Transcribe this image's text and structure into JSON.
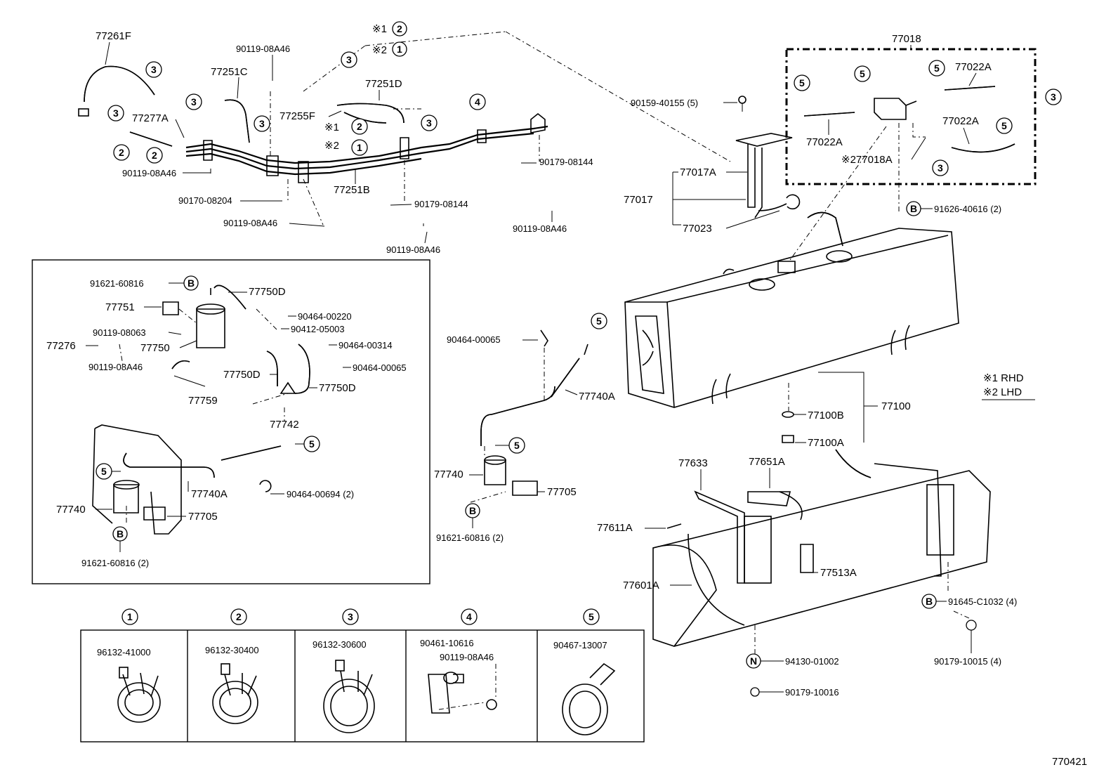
{
  "diagram_id": "770421",
  "legend": {
    "rhd": "※1 RHD",
    "lhd": "※2 LHD"
  },
  "clamp_table": [
    {
      "index": "1",
      "parts": [
        "96132-41000"
      ]
    },
    {
      "index": "2",
      "parts": [
        "96132-30400"
      ]
    },
    {
      "index": "3",
      "parts": [
        "96132-30600"
      ]
    },
    {
      "index": "4",
      "parts": [
        "90461-10616",
        "90119-08A46"
      ]
    },
    {
      "index": "5",
      "parts": [
        "90467-13007"
      ]
    }
  ],
  "labels": {
    "p77261F": "77261F",
    "p90119_08A46_a": "90119-08A46",
    "p77251C": "77251C",
    "p77277A": "77277A",
    "p90119_08A46_b": "90119-08A46",
    "p90170_08204": "90170-08204",
    "p90119_08A46_c": "90119-08A46",
    "p77251D": "77251D",
    "p77255F": "77255F",
    "p77251B": "77251B",
    "p90179_08144_a": "90179-08144",
    "p90119_08A46_d": "90119-08A46",
    "p90179_08144_b": "90179-08144",
    "p90119_08A46_e": "90119-08A46",
    "p90159_40155": "90159-40155 (5)",
    "p77017A": "77017A",
    "p77017": "77017",
    "p77023": "77023",
    "p77018": "77018",
    "p77022A_a": "77022A",
    "p77022A_b": "77022A",
    "p77022A_c": "77022A",
    "p77018A": "※277018A",
    "p91626_40616": "91626-40616 (2)",
    "p91621_60816_a": "91621-60816",
    "p77750D_a": "77750D",
    "p77751": "77751",
    "p90464_00220": "90464-00220",
    "p90119_08063": "90119-08063",
    "p90412_05003": "90412-05003",
    "p77276": "77276",
    "p77750": "77750",
    "p90464_00314": "90464-00314",
    "p90119_08A46_f": "90119-08A46",
    "p90464_00065_a": "90464-00065",
    "p77750D_b": "77750D",
    "p77750D_c": "77750D",
    "p77759": "77759",
    "p77742": "77742",
    "p77740A_a": "77740A",
    "p90464_00694": "90464-00694 (2)",
    "p77740_a": "77740",
    "p77705_a": "77705",
    "p91621_60816_b": "91621-60816 (2)",
    "p90464_00065_b": "90464-00065",
    "p77740A_b": "77740A",
    "p77740_b": "77740",
    "p77705_b": "77705",
    "p91621_60816_c": "91621-60816 (2)",
    "p77100B": "77100B",
    "p77100": "77100",
    "p77100A": "77100A",
    "p77633": "77633",
    "p77651A": "77651A",
    "p77611A": "77611A",
    "p77513A": "77513A",
    "p77601A": "77601A",
    "p91645_C1032": "91645-C1032 (4)",
    "p94130_01002": "94130-01002",
    "p90179_10016": "90179-10016",
    "p90179_10015": "90179-10015 (4)"
  },
  "marks": {
    "rhd_marker": "※1",
    "lhd_marker": "※2",
    "B": "B",
    "N": "N",
    "c1": "1",
    "c2": "2",
    "c3": "3",
    "c4": "4",
    "c5": "5"
  }
}
